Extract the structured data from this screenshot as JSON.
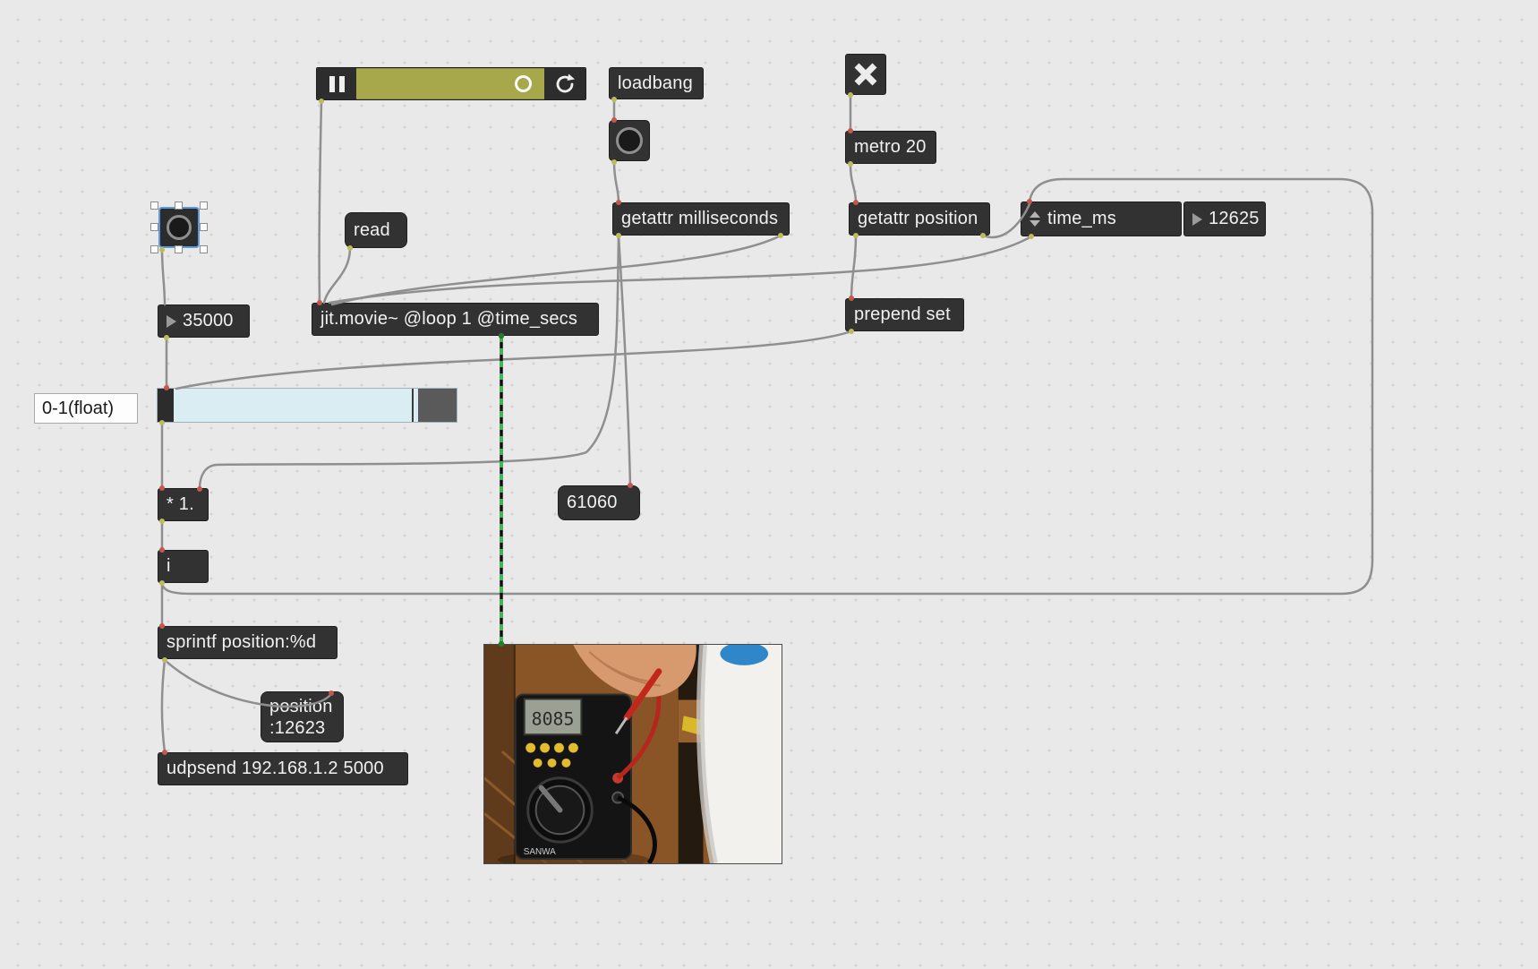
{
  "app": {
    "name": "Max patcher canvas"
  },
  "colors": {
    "canvas_bg": "#e9e9e9",
    "grid_dot": "#d3d3d3",
    "box_bg": "#323232",
    "box_text": "#f1f1f1",
    "patch_cord": "#8f8f8f",
    "jitter_cord_green": "#3dbb4e",
    "selection_blue": "#5b9ce0",
    "playbar_track_olive": "#a7a84c",
    "slider_fill_blue": "#d9edf3",
    "inlet_dot": "#c7574c",
    "outlet_dot": "#bcbc5e"
  },
  "icons": {
    "pause": "pause-icon",
    "loop": "loop-icon",
    "toggle_x": "x-icon",
    "bang": "bang-circle-icon",
    "attrui_sort": "sort-arrows-icon",
    "number_arrow": "number-triangle-icon"
  },
  "objects": {
    "loadbang": {
      "text": "loadbang"
    },
    "metro": {
      "text": "metro 20"
    },
    "getattr_milliseconds": {
      "text": "getattr milliseconds"
    },
    "getattr_position": {
      "text": "getattr position"
    },
    "attrui_time": {
      "label": "time_ms"
    },
    "number_time": {
      "value": "12625"
    },
    "message_read": {
      "text": "read"
    },
    "number_35000": {
      "value": "35000"
    },
    "jit_movie": {
      "text": "jit.movie~ @loop 1 @time_secs"
    },
    "prepend_set": {
      "text": "prepend set"
    },
    "comment": {
      "text": "0-1(float)"
    },
    "multiply": {
      "text": "* 1."
    },
    "int": {
      "text": "i"
    },
    "message_61060": {
      "text": "61060"
    },
    "sprintf": {
      "text": "sprintf position:%d"
    },
    "message_position": {
      "line1": "position",
      "line2": ":12623"
    },
    "udpsend": {
      "text": "udpsend 192.168.1.2 5000"
    },
    "video": {
      "meter_reading": "8085",
      "meter_brand": "SANWA"
    }
  }
}
